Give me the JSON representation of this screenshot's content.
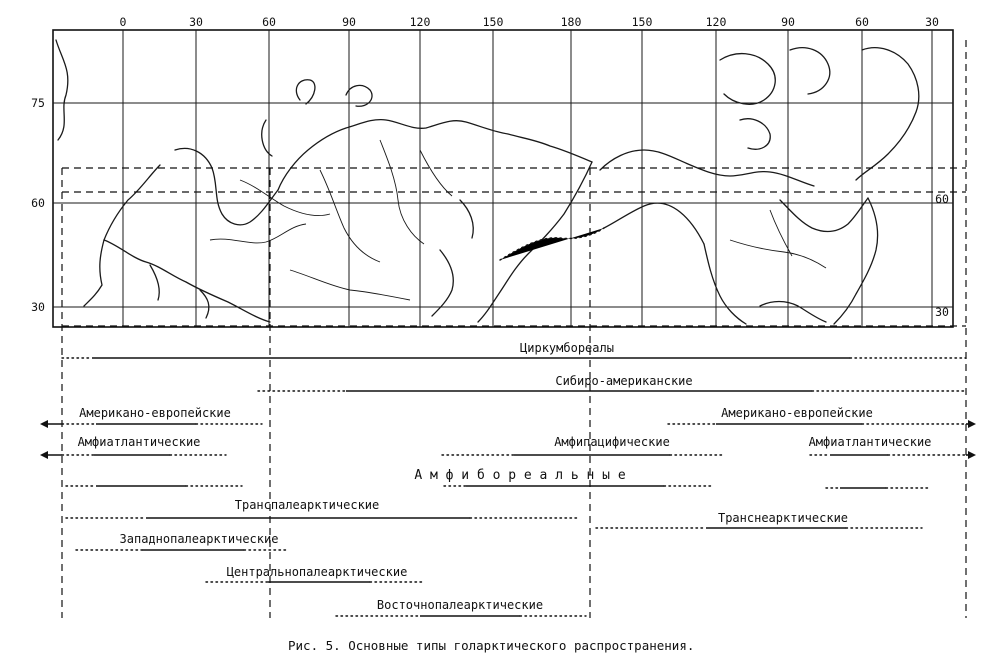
{
  "figure": {
    "caption": "Рис. 5. Основные типы голарктического распространения."
  },
  "map": {
    "top_longitudes": [
      "0",
      "30",
      "60",
      "90",
      "120",
      "150",
      "180",
      "150",
      "120",
      "90",
      "60",
      "30"
    ],
    "left_latitudes": [
      "75",
      "60",
      "30"
    ],
    "right_latitudes": [
      "60",
      "30"
    ]
  },
  "ranges": [
    {
      "id": "circumboreal",
      "label": "Циркумбореалы"
    },
    {
      "id": "siberian-american",
      "label": "Сибиро-американские"
    },
    {
      "id": "american-european-left",
      "label": "Американо-европейские"
    },
    {
      "id": "american-european-right",
      "label": "Американо-европейские"
    },
    {
      "id": "amphiatlantic-left",
      "label": "Амфиатлантические"
    },
    {
      "id": "amphipacific",
      "label": "Амфипацифические"
    },
    {
      "id": "amphiatlantic-right",
      "label": "Амфиатлантические"
    },
    {
      "id": "amphiboreal",
      "label": "А м ф и б о р е а л ь н ы е"
    },
    {
      "id": "transpalearctic",
      "label": "Транспалеарктические"
    },
    {
      "id": "transnearctic",
      "label": "Транснеарктические"
    },
    {
      "id": "west-palearctic",
      "label": "Западнопалеарктические"
    },
    {
      "id": "central-palearctic",
      "label": "Центральнопалеарктические"
    },
    {
      "id": "east-palearctic",
      "label": "Восточнопалеарктические"
    }
  ]
}
